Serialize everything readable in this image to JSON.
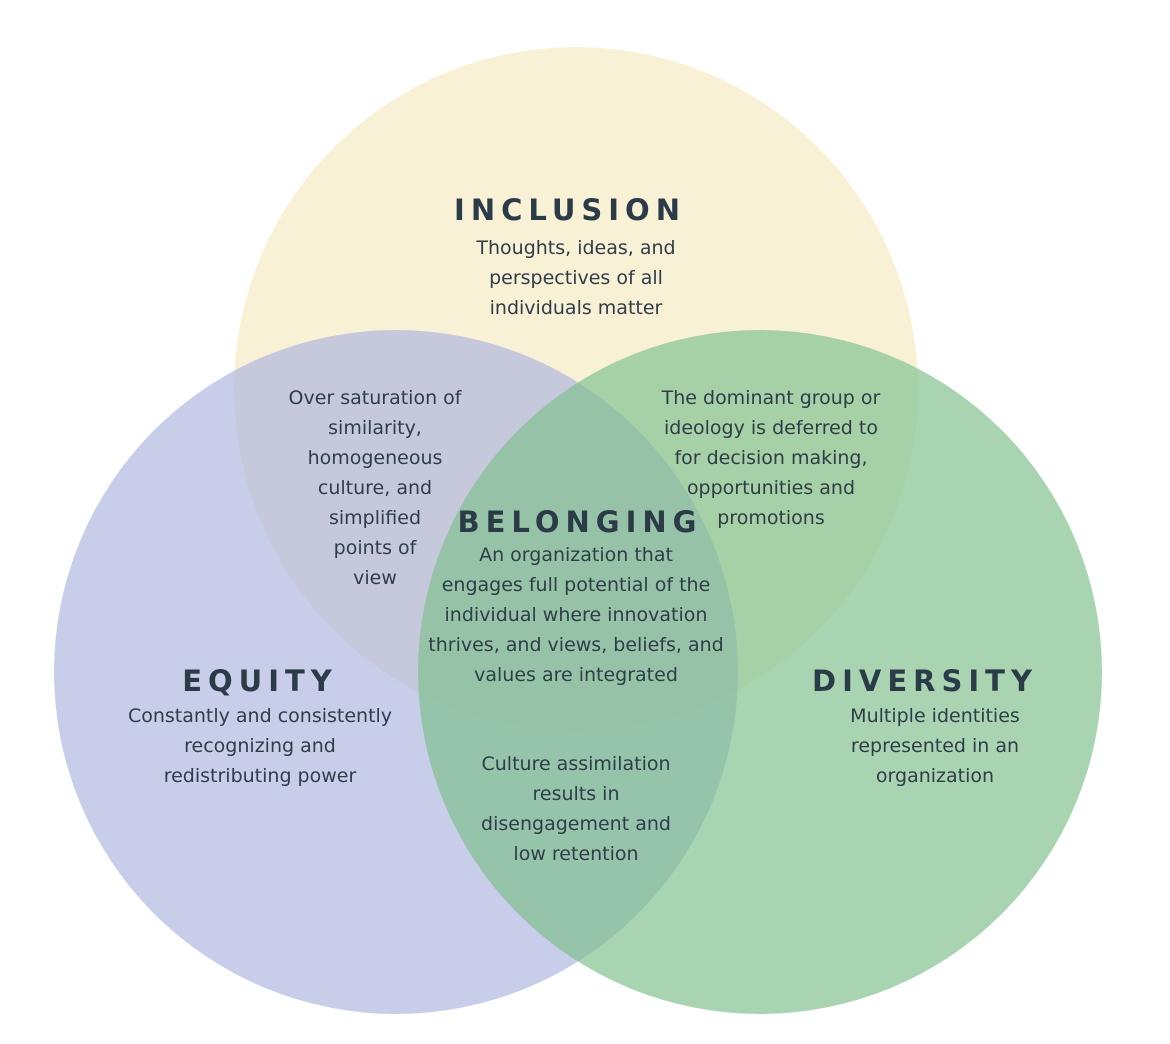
{
  "circles": {
    "inclusion": {
      "title": "INCLUSION",
      "lines": [
        "Thoughts, ideas, and",
        "perspectives of all",
        "individuals matter"
      ],
      "color": "#f8efcf"
    },
    "equity": {
      "title": "EQUITY",
      "lines": [
        "Constantly and consistently",
        "recognizing and",
        "redistributing power"
      ],
      "color": "#aeb5de"
    },
    "diversity": {
      "title": "DIVERSITY",
      "lines": [
        "Multiple identities",
        "represented in an",
        "organization"
      ],
      "color": "#7fc08e"
    }
  },
  "overlaps": {
    "inclusion_equity": {
      "lines": [
        "Over saturation of",
        "similarity,",
        "homogeneous",
        "culture, and",
        "simplified",
        "points of",
        "view"
      ]
    },
    "inclusion_diversity": {
      "lines": [
        "The dominant group or",
        "ideology is deferred to",
        "for decision making,",
        "opportunities and",
        "promotions"
      ]
    },
    "equity_diversity": {
      "lines": [
        "Culture assimilation",
        "results in",
        "disengagement and",
        "low retention"
      ]
    },
    "center": {
      "title": "BELONGING",
      "lines": [
        "An organization that",
        "engages full potential of the",
        "individual where innovation",
        "thrives, and views, beliefs, and",
        "values are integrated"
      ]
    }
  },
  "text_color": "#2e3d48"
}
